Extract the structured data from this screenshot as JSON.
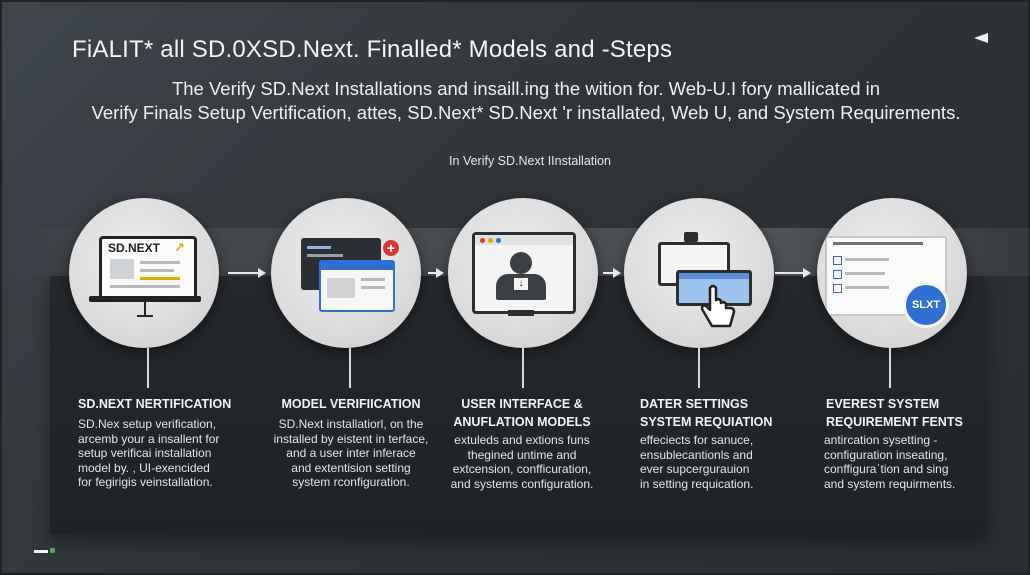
{
  "header": {
    "title": "FiALIT* all SD.0XSD.Next. Finalled* Models and -Steps",
    "subtitle_lines": [
      "The Verify SD.Next Installations and insaill.ing the wition for. Web-U.I fory mallicated in",
      "Verify Finals Setup Vertification, attes, SD.Next* SD.Next 'r installated, Web U, and System Requirements."
    ],
    "caption": "In Verify SD.Next IInstallation"
  },
  "steps": [
    {
      "icon_label": "SD.NEXT",
      "icon": "laptop-icon",
      "title_lines": [
        "SD.NEXT NERTIFICATION"
      ],
      "desc_lines": [
        "SD.Nex setup verification,",
        "arcemb your a insallent for",
        "setup verificai installation",
        "model by. , UI-exencided",
        "for fegirigis veinstallation."
      ]
    },
    {
      "icon": "dashboard-window-icon",
      "title_lines": [
        "MODEL VERIFIICATION"
      ],
      "desc_lines": [
        "SD.Next installatiorl, on the",
        "installed by eistent in terface,",
        "and a user inter inferace",
        "and extentision setting",
        "system rconfiguration."
      ]
    },
    {
      "icon": "monitor-user-icon",
      "title_lines": [
        "USER INTERFACE &",
        "ANUFLATION MODELS"
      ],
      "desc_lines": [
        "extuleds and extions funs",
        "thegined untime and",
        "extcension, confficuration,",
        "and systems configuration."
      ]
    },
    {
      "icon": "hand-pointer-icon",
      "title_lines": [
        "DATER SETTINGS",
        "SYSTEM REQUIATION"
      ],
      "desc_lines": [
        "effeciects for sanuce,",
        "ensublecantionls and",
        "ever supcergurauion",
        "in setting requication."
      ]
    },
    {
      "icon_label": "SLXT",
      "icon": "checklist-icon",
      "title_lines": [
        "EVEREST SYSTEM",
        "REQUIREMENT FENTS"
      ],
      "desc_lines": [
        "antircation sysetting -",
        "configuration inseating,",
        "conffiguraˈtion and sing",
        "and system requirments."
      ]
    }
  ],
  "colors": {
    "background": "#2f3438",
    "panel": "#25292d",
    "circle": "#dcdcdc",
    "accent_blue": "#2e6fd1",
    "accent_red": "#d23a3a",
    "accent_yellow": "#e0a800"
  }
}
